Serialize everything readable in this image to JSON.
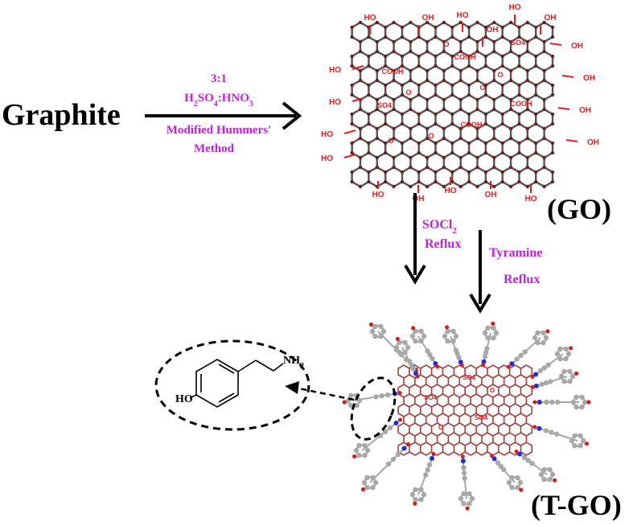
{
  "labels": {
    "graphite": "Graphite",
    "ratio": "3:1",
    "acid_mix": "H2SO4:HNO3",
    "method_line1": "Modified Hummers'",
    "method_line2": "Method",
    "go": "(GO)",
    "socl2": "SOCl2",
    "reflux_1": "Reflux",
    "tyramine": "Tyramine",
    "reflux_2": "Reflux",
    "tgo": "(T-GO)",
    "ho": "HO",
    "nh2": "NH2",
    "oh": "OH",
    "cooh": "COOH",
    "so4": "SO4",
    "ho_small": "HO",
    "cooh_small": "COOH",
    "so4_small": "SO4",
    "o_small": "O"
  },
  "colors": {
    "reagent_text": "#c020e0",
    "go_lattice": "#555555",
    "go_group": "#e02020",
    "tgo_lattice": "#a04040",
    "tyramine_carbon": "#a8a8a8",
    "nitrogen": "#2030d0",
    "oxygen": "#d02020",
    "text": "#000000"
  }
}
